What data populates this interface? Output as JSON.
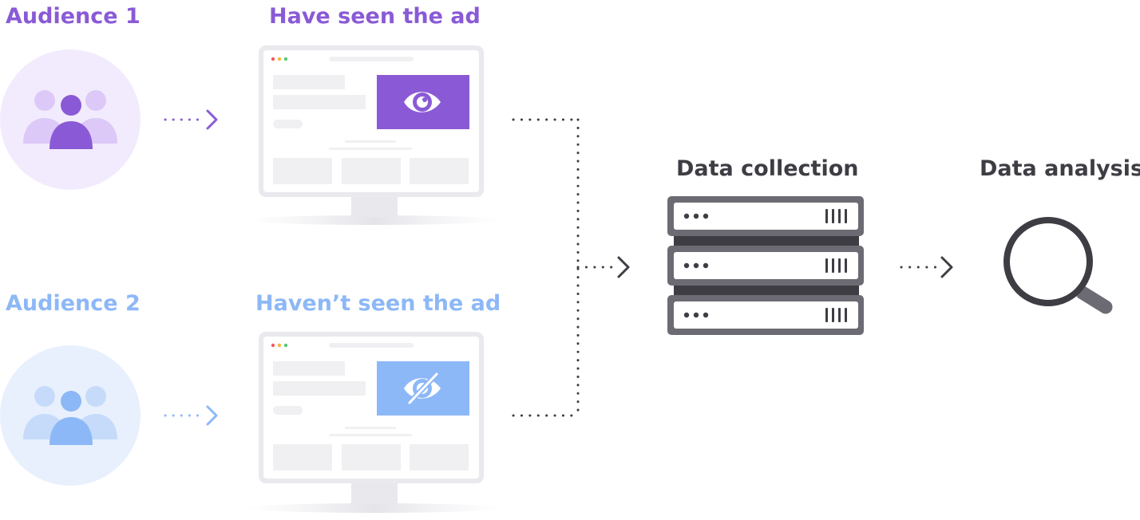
{
  "audiences": [
    {
      "title": "Audience 1",
      "status": "Have seen the ad",
      "color": "#8a5ad6",
      "light_color": "#f2ebfd"
    },
    {
      "title": "Audience 2",
      "status": "Haven’t seen the ad",
      "color": "#8db8f7",
      "light_color": "#e8f0fd"
    }
  ],
  "stages": {
    "collection": {
      "title": "Data collection",
      "icon": "server-stack-icon"
    },
    "analysis": {
      "title": "Data analysis",
      "icon": "magnifier-icon"
    }
  },
  "icons": {
    "audience": "people-group-icon",
    "ad_seen": "eye-icon",
    "ad_not_seen": "eye-slash-icon",
    "screen": "monitor-icon"
  },
  "colors": {
    "dark": "#3f3d44",
    "server_gray": "#6c6b73",
    "screen_placeholder": "#f0f0f3"
  }
}
